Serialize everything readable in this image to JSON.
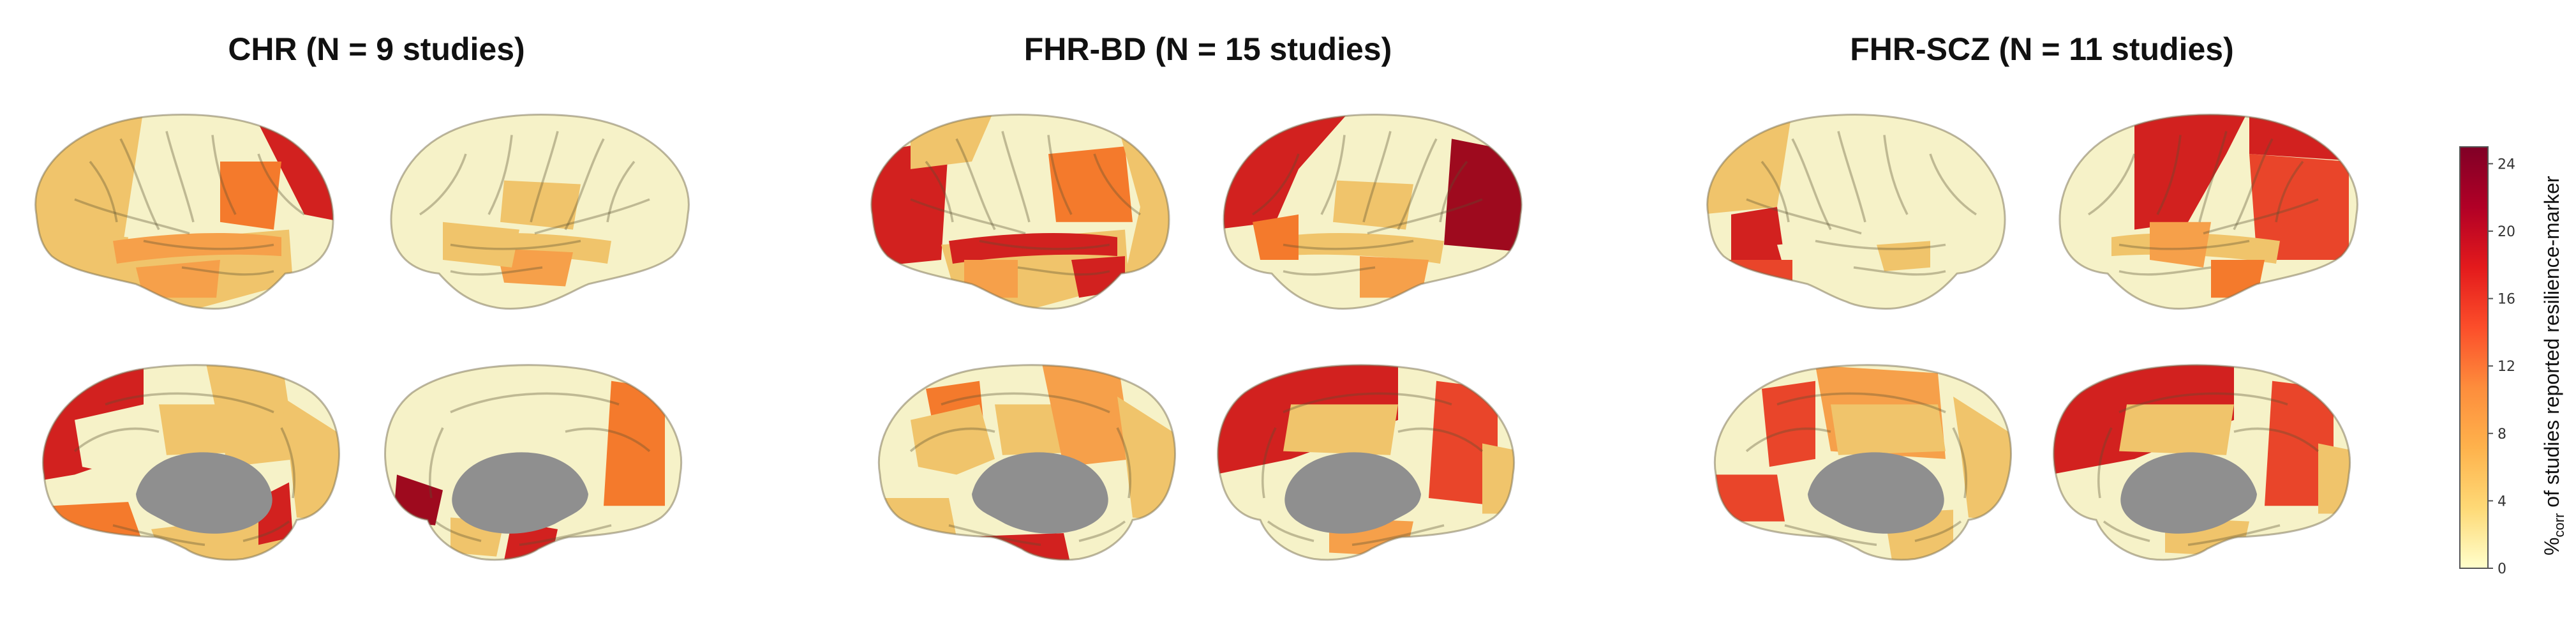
{
  "panels": [
    {
      "title": "CHR (N = 9 studies)"
    },
    {
      "title": "FHR-BD (N = 15 studies)"
    },
    {
      "title": "FHR-SCZ (N = 11 studies)"
    }
  ],
  "colorbar": {
    "label": "%corr of studies reported resilience-marker",
    "label_main": "%",
    "label_sub": "corr",
    "label_rest": " of studies reported resilience-marker",
    "ticks": [
      "0",
      "4",
      "8",
      "12",
      "16",
      "20",
      "24"
    ],
    "range": [
      0,
      25
    ],
    "colors": [
      "#ffffcc",
      "#fed976",
      "#feb24c",
      "#fd8d3c",
      "#fc4e2a",
      "#e31a1c",
      "#b10026",
      "#800026"
    ]
  },
  "palette": {
    "base": "#f6f2c8",
    "light_yellow": "#f3dc8f",
    "yellow": "#f0c46b",
    "orange_light": "#f6a04a",
    "orange": "#f47a2c",
    "red_orange": "#e9452a",
    "red": "#d2211f",
    "dark_red": "#9e0a1e",
    "medial_wall": "#8f8f8f"
  }
}
